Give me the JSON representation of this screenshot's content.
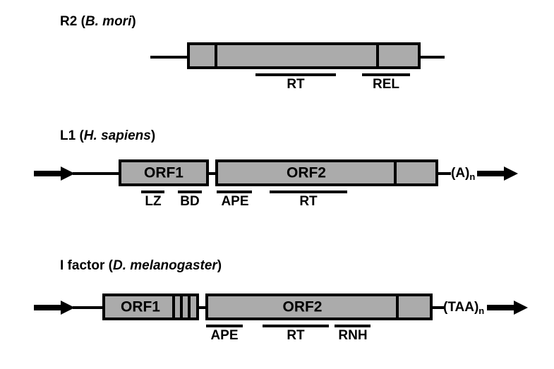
{
  "figure": {
    "type": "diagram",
    "subject": "non-LTR retrotransposon element structures",
    "colors": {
      "box_fill": "#ababab",
      "stroke": "#000000",
      "background": "#ffffff"
    }
  },
  "rows": [
    {
      "id": "r2",
      "title_name": "R2",
      "title_species": "(B. mori)",
      "title_species_italic": "B. mori",
      "has_left_arrow": false,
      "has_right_arrow": false,
      "tail_label": "",
      "segments": [
        {
          "name": "r2-segment-1",
          "label": ""
        },
        {
          "name": "r2-segment-2",
          "label": ""
        },
        {
          "name": "r2-segment-3",
          "label": ""
        }
      ],
      "domains": [
        {
          "name": "RT",
          "label": "RT"
        },
        {
          "name": "REL",
          "label": "REL"
        }
      ]
    },
    {
      "id": "l1",
      "title_name": "L1",
      "title_species": "(H. sapiens)",
      "title_species_italic": "H. sapiens",
      "has_left_arrow": true,
      "has_right_arrow": true,
      "tail_label": "(A)",
      "tail_subscript": "n",
      "segments": [
        {
          "name": "l1-orf1",
          "label": "ORF1"
        },
        {
          "name": "l1-orf2",
          "label": "ORF2"
        },
        {
          "name": "l1-3utr",
          "label": ""
        }
      ],
      "domains": [
        {
          "name": "LZ",
          "label": "LZ"
        },
        {
          "name": "BD",
          "label": "BD"
        },
        {
          "name": "APE",
          "label": "APE"
        },
        {
          "name": "RT",
          "label": "RT"
        }
      ]
    },
    {
      "id": "ifactor",
      "title_name": "I factor",
      "title_species": "(D. melanogaster)",
      "title_species_italic": "D. melanogaster",
      "has_left_arrow": true,
      "has_right_arrow": true,
      "tail_label": "(TAA)",
      "tail_subscript": "n",
      "segments": [
        {
          "name": "ifactor-orf1",
          "label": "ORF1"
        },
        {
          "name": "ifactor-orf2",
          "label": "ORF2"
        },
        {
          "name": "ifactor-3utr",
          "label": ""
        }
      ],
      "domains": [
        {
          "name": "APE",
          "label": "APE"
        },
        {
          "name": "RT",
          "label": "RT"
        },
        {
          "name": "RNH",
          "label": "RNH"
        }
      ]
    }
  ]
}
